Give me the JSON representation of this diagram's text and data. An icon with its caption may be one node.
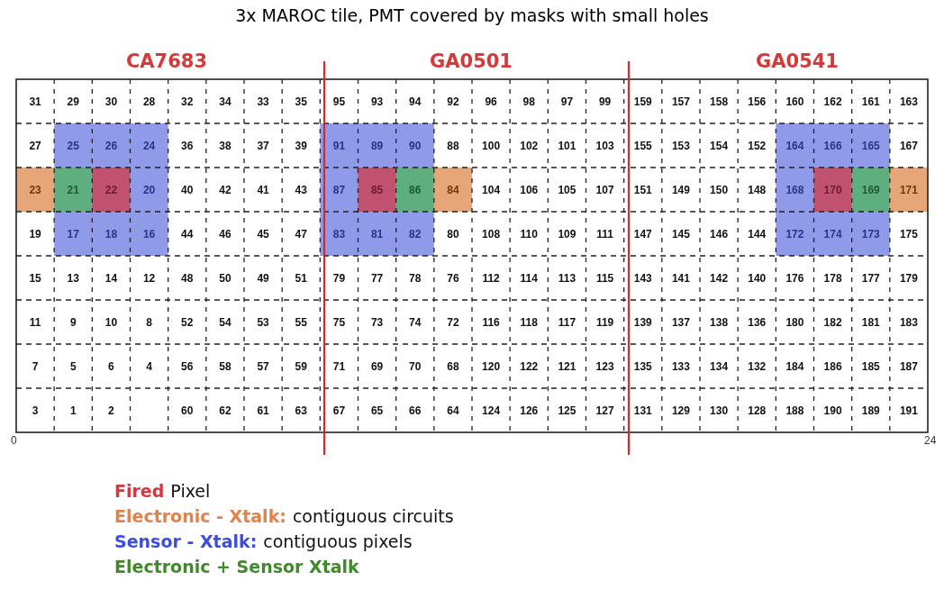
{
  "diagram": {
    "title": "3x MAROC tile, PMT covered by masks with small holes",
    "labels": [
      "CA7683",
      "GA0501",
      "GA0541",
      "31",
      "29",
      "30",
      "28",
      "32",
      "34",
      "33",
      "35",
      "95",
      "93",
      "94",
      "92",
      "96",
      "98",
      "97",
      "99",
      "159",
      "157",
      "158",
      "156",
      "160",
      "162",
      "161",
      "163",
      "27",
      "25",
      "26",
      "24",
      "36",
      "38",
      "37",
      "39",
      "91",
      "89",
      "90",
      "88",
      "100",
      "102",
      "101",
      "103",
      "155",
      "153",
      "154",
      "152",
      "164",
      "166",
      "165",
      "167",
      "23",
      "21",
      "22",
      "20",
      "40",
      "42",
      "41",
      "43",
      "87",
      "85",
      "86",
      "84",
      "104",
      "106",
      "105",
      "107",
      "151",
      "149",
      "150",
      "148",
      "168",
      "170",
      "169",
      "171",
      "19",
      "17",
      "18",
      "16",
      "44",
      "46",
      "45",
      "47",
      "83",
      "81",
      "82",
      "80",
      "108",
      "110",
      "109",
      "111",
      "147",
      "145",
      "146",
      "144",
      "172",
      "174",
      "173",
      "175",
      "15",
      "13",
      "14",
      "12",
      "48",
      "50",
      "49",
      "51",
      "79",
      "77",
      "78",
      "76",
      "112",
      "114",
      "113",
      "115",
      "143",
      "141",
      "142",
      "140",
      "176",
      "178",
      "177",
      "179",
      "11",
      "9",
      "10",
      "8",
      "52",
      "54",
      "53",
      "55",
      "75",
      "73",
      "74",
      "72",
      "116",
      "118",
      "117",
      "119",
      "139",
      "137",
      "138",
      "136",
      "180",
      "182",
      "181",
      "183",
      "7",
      "5",
      "6",
      "4",
      "56",
      "58",
      "57",
      "59",
      "71",
      "69",
      "70",
      "68",
      "120",
      "122",
      "121",
      "123",
      "135",
      "133",
      "134",
      "132",
      "184",
      "186",
      "185",
      "187",
      "3",
      "1",
      "2",
      "60",
      "62",
      "61",
      "63",
      "67",
      "65",
      "66",
      "64",
      "124",
      "126",
      "125",
      "127",
      "131",
      "129",
      "130",
      "128",
      "188",
      "190",
      "189",
      "191",
      "0",
      "24",
      "Fired",
      "Pixel",
      "Electronic - Xtalk:",
      "contiguous circuits",
      "Sensor - Xtalk:",
      "contiguous pixels",
      "Electronic + Sensor Xtalk"
    ]
  }
}
